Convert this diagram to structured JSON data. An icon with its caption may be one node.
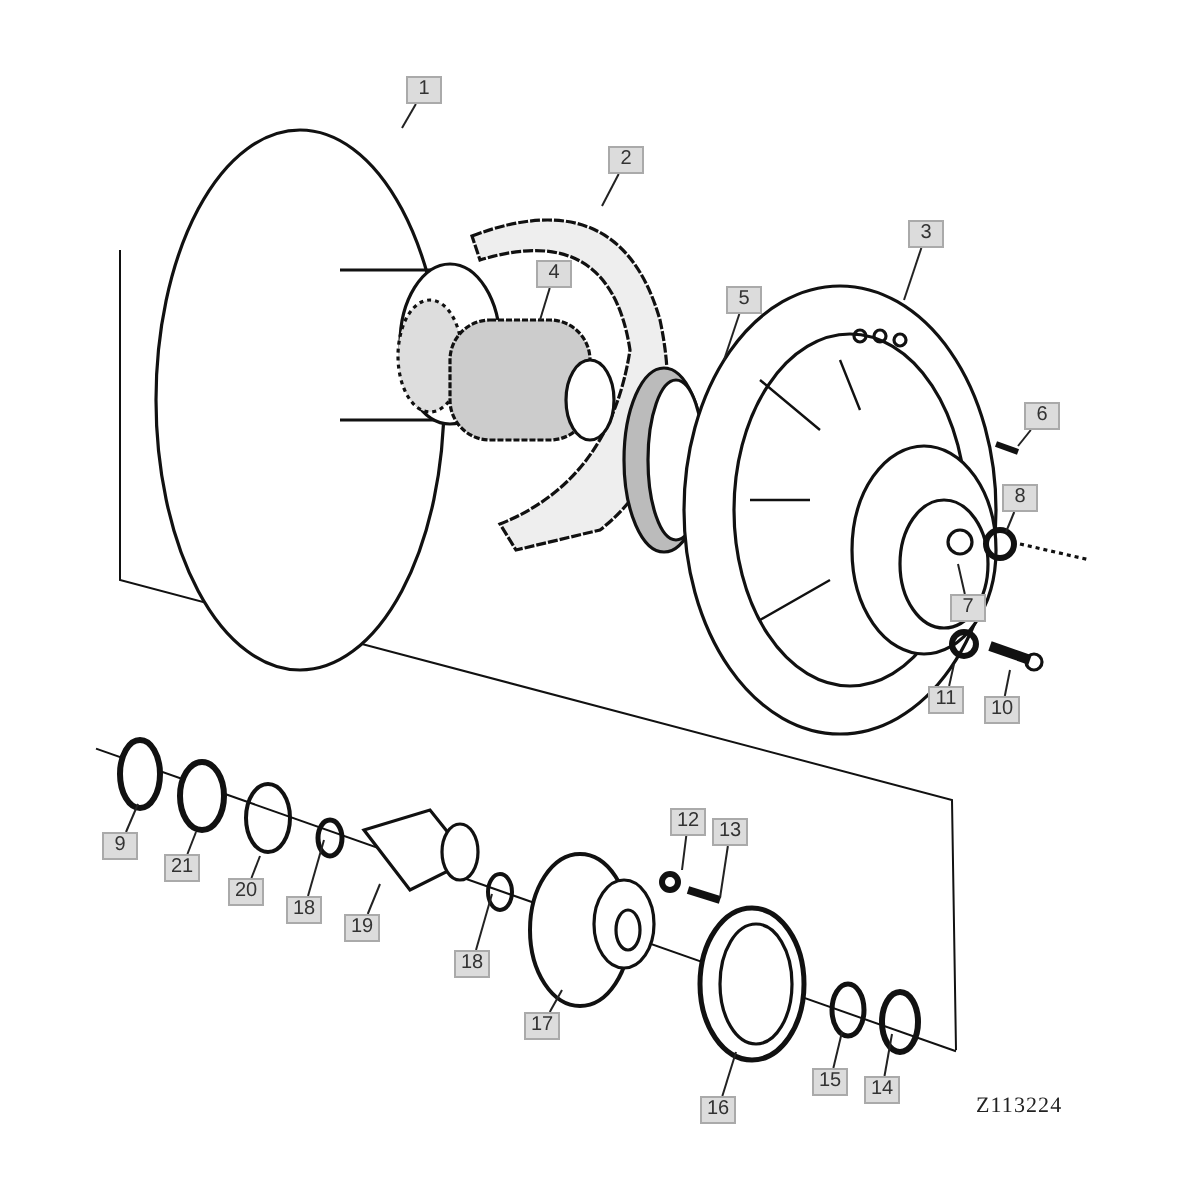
{
  "diagram": {
    "nodes": [
      {
        "text": [
          "1"
        ]
      },
      {
        "text": [
          "2"
        ]
      },
      {
        "text": [
          "3"
        ]
      },
      {
        "text": [
          "4"
        ]
      },
      {
        "text": [
          "5"
        ]
      },
      {
        "text": [
          "6"
        ]
      },
      {
        "text": [
          "8"
        ]
      },
      {
        "text": [
          "7"
        ]
      },
      {
        "text": [
          "11"
        ]
      },
      {
        "text": [
          "10"
        ]
      },
      {
        "text": [
          "12"
        ]
      },
      {
        "text": [
          "13"
        ]
      },
      {
        "text": [
          "9"
        ]
      },
      {
        "text": [
          "21"
        ]
      },
      {
        "text": [
          "20"
        ]
      },
      {
        "text": [
          "18"
        ]
      },
      {
        "text": [
          "19"
        ]
      },
      {
        "text": [
          "18"
        ]
      },
      {
        "text": [
          "17"
        ]
      },
      {
        "text": [
          "16"
        ]
      },
      {
        "text": [
          "15"
        ]
      },
      {
        "text": [
          "14"
        ]
      }
    ],
    "edges": [
      {
        "from": 0,
        "to": null,
        "arrow": "none"
      },
      {
        "from": 1,
        "to": null,
        "arrow": "none"
      },
      {
        "from": 2,
        "to": null,
        "arrow": "none"
      },
      {
        "from": 3,
        "to": null,
        "arrow": "none"
      },
      {
        "from": 4,
        "to": null,
        "arrow": "none"
      },
      {
        "from": 5,
        "to": null,
        "arrow": "none"
      },
      {
        "from": 6,
        "to": null,
        "arrow": "none"
      },
      {
        "from": 7,
        "to": null,
        "arrow": "none"
      },
      {
        "from": 8,
        "to": null,
        "arrow": "none"
      },
      {
        "from": 9,
        "to": null,
        "arrow": "none"
      },
      {
        "from": 10,
        "to": null,
        "arrow": "none"
      },
      {
        "from": 11,
        "to": null,
        "arrow": "none"
      },
      {
        "from": 12,
        "to": null,
        "arrow": "none"
      },
      {
        "from": 13,
        "to": null,
        "arrow": "none"
      },
      {
        "from": 14,
        "to": null,
        "arrow": "none"
      },
      {
        "from": 15,
        "to": null,
        "arrow": "none"
      },
      {
        "from": 16,
        "to": null,
        "arrow": "none"
      },
      {
        "from": 17,
        "to": null,
        "arrow": "none"
      },
      {
        "from": 18,
        "to": null,
        "arrow": "none"
      },
      {
        "from": 19,
        "to": null,
        "arrow": "none"
      },
      {
        "from": 20,
        "to": null,
        "arrow": "none"
      },
      {
        "from": 21,
        "to": null,
        "arrow": "none"
      }
    ],
    "labels": [
      "Z113224"
    ]
  }
}
